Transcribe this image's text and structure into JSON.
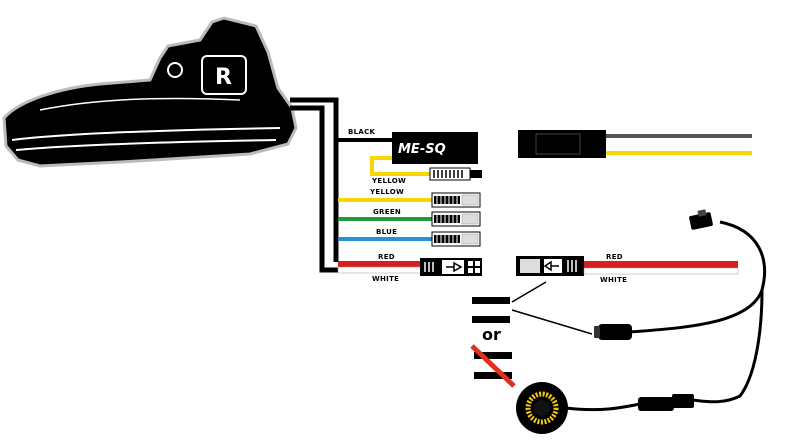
{
  "switch": {
    "button_letter": "R"
  },
  "module": {
    "logo": "ME-SQ"
  },
  "wires": {
    "black": {
      "label": "BLACK",
      "color": "#111111"
    },
    "yellow_top": {
      "label": "YELLOW",
      "color": "#f5d800"
    },
    "yellow": {
      "label": "YELLOW",
      "color": "#f5d800"
    },
    "green": {
      "label": "GREEN",
      "color": "#1f9a3c"
    },
    "blue": {
      "label": "BLUE",
      "color": "#2a8fd6"
    },
    "red": {
      "label": "RED",
      "color": "#d81e1e"
    },
    "white": {
      "label": "WHITE",
      "color": "#ffffff"
    }
  },
  "right_side": {
    "red_label": "RED",
    "white_label": "WHITE"
  },
  "options": {
    "or_text": "or"
  },
  "icons": [
    "switch-body-icon",
    "module-box-icon",
    "connector-icon",
    "arrow-right-icon",
    "arrow-left-icon",
    "y-cable-icon",
    "round-sensor-icon"
  ]
}
